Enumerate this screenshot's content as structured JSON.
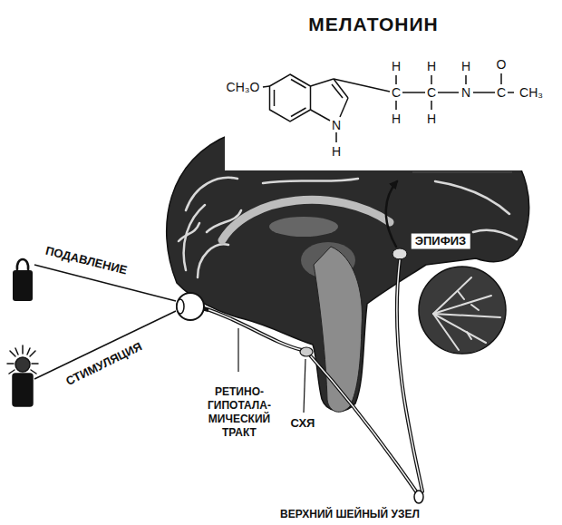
{
  "diagram": {
    "title": "МЕЛАТОНИН",
    "labels": [
      "CH₃O",
      "H",
      "H",
      "H",
      "O",
      "C",
      "C",
      "N",
      "C",
      "CH₃",
      "H",
      "H",
      "N",
      "H",
      "ЭПИФИЗ",
      "ПОДАВЛЕНИЕ",
      "СТИМУЛЯЦИЯ",
      "РЕТИНО- ГИПОТАЛА- МИЧЕСКИЙ ТРАКТ",
      "СХЯ",
      "ВЕРХНИЙ ШЕЙНЫЙ УЗЕЛ"
    ]
  }
}
